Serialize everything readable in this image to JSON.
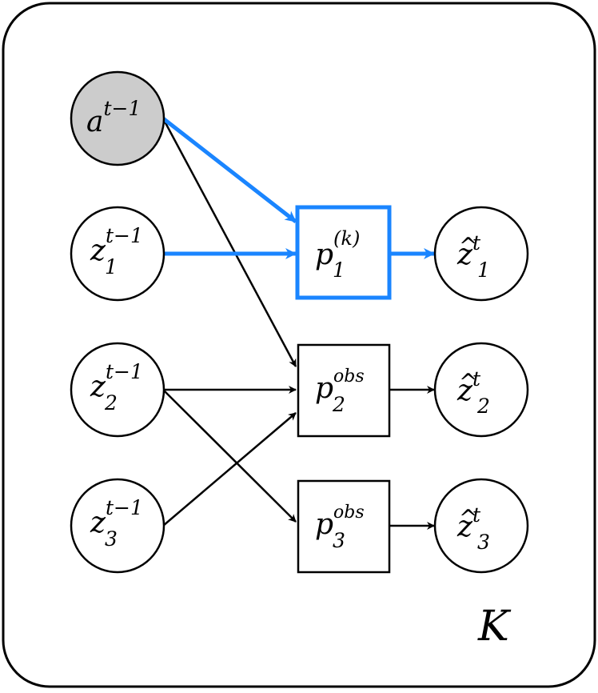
{
  "plate": {
    "label": "K"
  },
  "nodes": {
    "a": {
      "base": "a",
      "sup": "t−1",
      "sub": "",
      "observed": true
    },
    "z1": {
      "base": "z",
      "sup": "t−1",
      "sub": "1",
      "observed": false
    },
    "z2": {
      "base": "z",
      "sup": "t−1",
      "sub": "2",
      "observed": false
    },
    "z3": {
      "base": "z",
      "sup": "t−1",
      "sub": "3",
      "observed": false
    },
    "p1": {
      "base": "p",
      "sup": "(k)",
      "sub": "1"
    },
    "p2": {
      "base": "p",
      "sup": "obs",
      "sub": "2"
    },
    "p3": {
      "base": "p",
      "sup": "obs",
      "sub": "3"
    },
    "zh1": {
      "base": "z",
      "hat": "^",
      "sup": "t",
      "sub": "1"
    },
    "zh2": {
      "base": "z",
      "hat": "^",
      "sup": "t",
      "sub": "2"
    },
    "zh3": {
      "base": "z",
      "hat": "^",
      "sup": "t",
      "sub": "3"
    }
  },
  "colors": {
    "highlight": "#1a85ff",
    "observed_fill": "#cccccc",
    "stroke": "#000000",
    "background": "#ffffff"
  }
}
